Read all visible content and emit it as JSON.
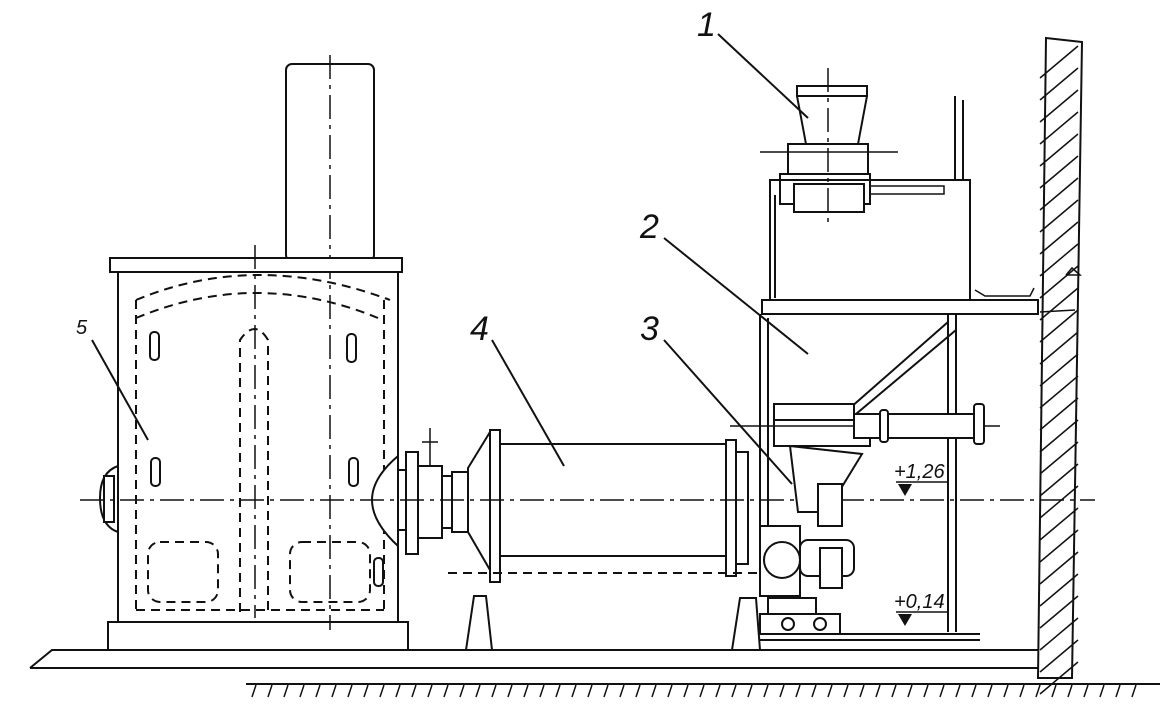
{
  "labels": {
    "item_1": "1",
    "item_2": "2",
    "item_3": "3",
    "item_4": "4",
    "item_5": "5"
  },
  "levels": {
    "upper": "+1,26",
    "lower": "+0,14"
  }
}
